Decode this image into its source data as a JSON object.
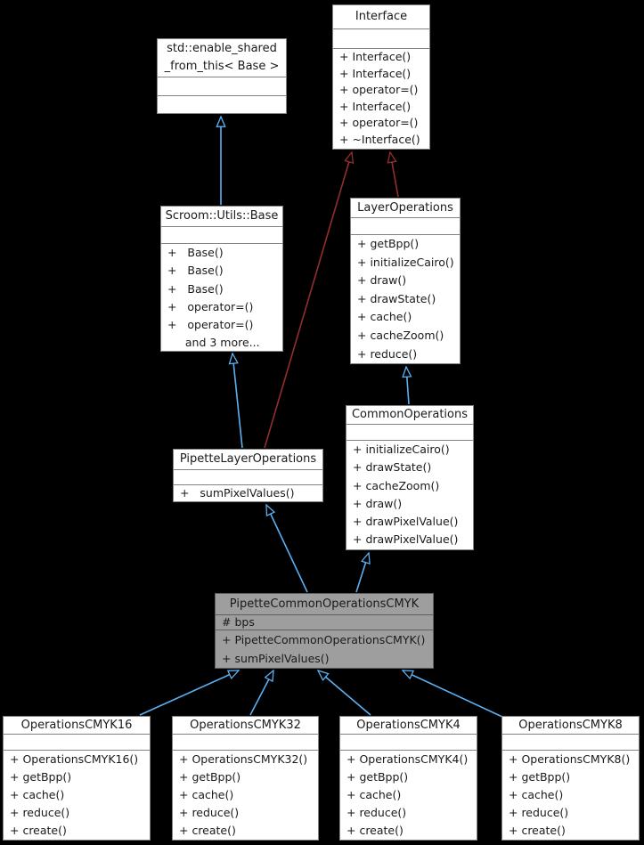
{
  "diagram": {
    "kind": "uml-class-inheritance-diagram",
    "background_color": "#000000",
    "node_fill": "#ffffff",
    "node_border": "#828282",
    "highlight_fill": "#9e9e9e",
    "edge_color_public_inheritance": "#5bb0f2",
    "edge_color_private_inheritance": "#942e2e"
  },
  "classes": [
    {
      "id": "interface",
      "title": "Interface",
      "attrs": [],
      "methods": [
        "+ Interface()",
        "+ Interface()",
        "+ operator=()",
        "+ Interface()",
        "+ operator=()",
        "+ ~Interface()"
      ]
    },
    {
      "id": "enable-shared",
      "title": "std::enable_shared\n_from_this< Base >",
      "attrs": [],
      "methods": []
    },
    {
      "id": "scroom-utils-base",
      "title": "Scroom::Utils::Base",
      "attrs": [],
      "methods": [
        "+   Base()",
        "+   Base()",
        "+   Base()",
        "+   operator=()",
        "+   operator=()",
        "     and 3 more..."
      ]
    },
    {
      "id": "layer-operations",
      "title": "LayerOperations",
      "attrs": [],
      "methods": [
        "+ getBpp()",
        "+ initializeCairo()",
        "+ draw()",
        "+ drawState()",
        "+ cache()",
        "+ cacheZoom()",
        "+ reduce()"
      ]
    },
    {
      "id": "common-operations",
      "title": "CommonOperations",
      "attrs": [],
      "methods": [
        "+ initializeCairo()",
        "+ drawState()",
        "+ cacheZoom()",
        "+ draw()",
        "+ drawPixelValue()",
        "+ drawPixelValue()"
      ]
    },
    {
      "id": "pipette-layer-operations",
      "title": "PipetteLayerOperations",
      "attrs": [],
      "methods": [
        "+   sumPixelValues()"
      ]
    },
    {
      "id": "pipette-common-operations-cmyk",
      "title": "PipetteCommonOperationsCMYK",
      "attrs": [
        "# bps"
      ],
      "methods": [
        "+ PipetteCommonOperationsCMYK()",
        "+ sumPixelValues()"
      ]
    },
    {
      "id": "operations-cmyk16",
      "title": "OperationsCMYK16",
      "attrs": [],
      "methods": [
        "+ OperationsCMYK16()",
        "+ getBpp()",
        "+ cache()",
        "+ reduce()",
        "+ create()"
      ]
    },
    {
      "id": "operations-cmyk32",
      "title": "OperationsCMYK32",
      "attrs": [],
      "methods": [
        "+ OperationsCMYK32()",
        "+ getBpp()",
        "+ cache()",
        "+ reduce()",
        "+ create()"
      ]
    },
    {
      "id": "operations-cmyk4",
      "title": "OperationsCMYK4",
      "attrs": [],
      "methods": [
        "+ OperationsCMYK4()",
        "+ getBpp()",
        "+ cache()",
        "+ reduce()",
        "+ create()"
      ]
    },
    {
      "id": "operations-cmyk8",
      "title": "OperationsCMYK8",
      "attrs": [],
      "methods": [
        "+ OperationsCMYK8()",
        "+ getBpp()",
        "+ cache()",
        "+ reduce()",
        "+ create()"
      ]
    }
  ],
  "edges": [
    {
      "from": "Scroom::Utils::Base",
      "to": "std::enable_shared_from_this< Base >",
      "type": "public"
    },
    {
      "from": "PipetteLayerOperations",
      "to": "Scroom::Utils::Base",
      "type": "public"
    },
    {
      "from": "PipetteLayerOperations",
      "to": "Interface",
      "type": "private"
    },
    {
      "from": "LayerOperations",
      "to": "Interface",
      "type": "private"
    },
    {
      "from": "CommonOperations",
      "to": "LayerOperations",
      "type": "public"
    },
    {
      "from": "PipetteCommonOperationsCMYK",
      "to": "PipetteLayerOperations",
      "type": "public"
    },
    {
      "from": "PipetteCommonOperationsCMYK",
      "to": "CommonOperations",
      "type": "public"
    },
    {
      "from": "OperationsCMYK16",
      "to": "PipetteCommonOperationsCMYK",
      "type": "public"
    },
    {
      "from": "OperationsCMYK32",
      "to": "PipetteCommonOperationsCMYK",
      "type": "public"
    },
    {
      "from": "OperationsCMYK4",
      "to": "PipetteCommonOperationsCMYK",
      "type": "public"
    },
    {
      "from": "OperationsCMYK8",
      "to": "PipetteCommonOperationsCMYK",
      "type": "public"
    }
  ]
}
